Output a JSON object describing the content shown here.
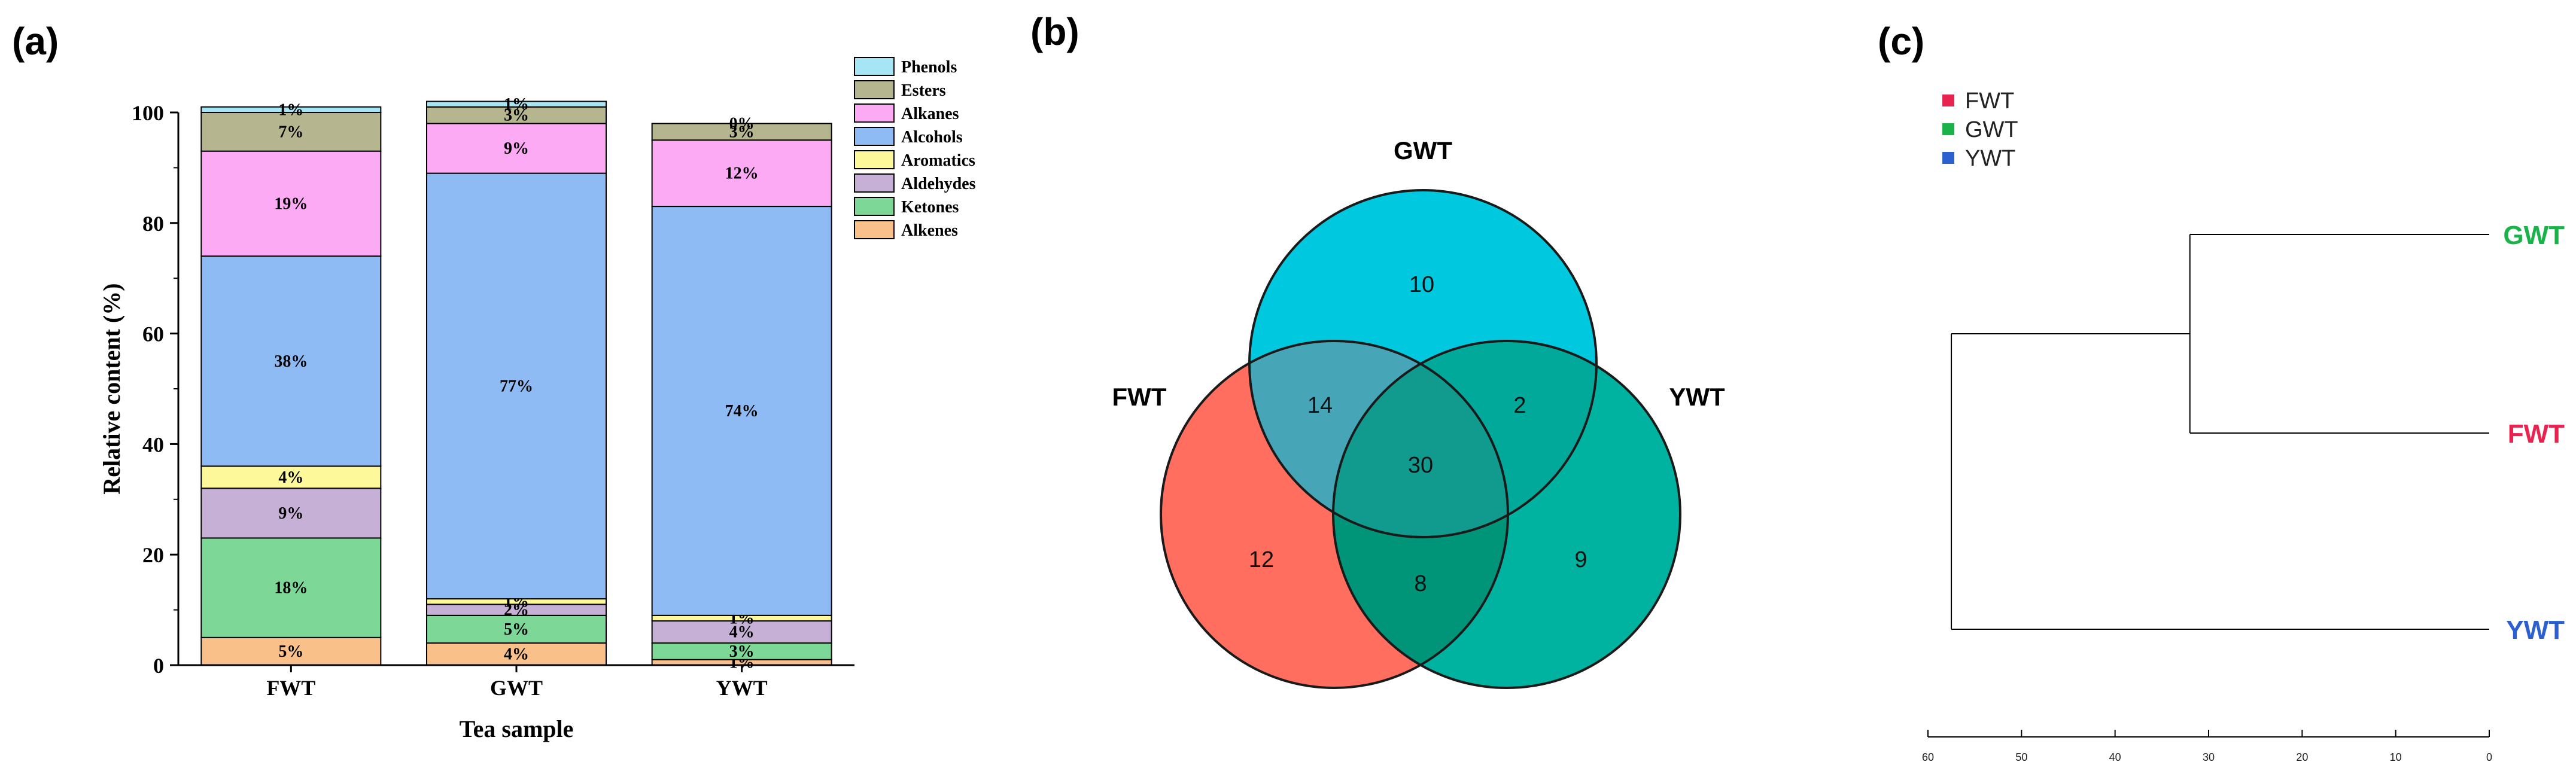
{
  "panels": {
    "a": "(a)",
    "b": "(b)",
    "c": "(c)"
  },
  "chart_data": [
    {
      "type": "bar",
      "stacked": true,
      "categories": [
        "FWT",
        "GWT",
        "YWT"
      ],
      "xlabel": "Tea sample",
      "ylabel": "Relative content (%)",
      "ylim": [
        0,
        100
      ],
      "yticks": [
        0,
        20,
        40,
        60,
        80,
        100
      ],
      "legend_position": "top-right",
      "series": [
        {
          "name": "Alkenes",
          "color": "#f9c08a",
          "values": [
            5,
            4,
            1
          ],
          "labels": [
            "5%",
            "4%",
            "1%"
          ]
        },
        {
          "name": "Ketones",
          "color": "#7dd898",
          "values": [
            18,
            5,
            3
          ],
          "labels": [
            "18%",
            "5%",
            "3%"
          ]
        },
        {
          "name": "Aldehydes",
          "color": "#c6b0d6",
          "values": [
            9,
            2,
            4
          ],
          "labels": [
            "9%",
            "2%",
            "4%"
          ]
        },
        {
          "name": "Aromatics",
          "color": "#fdf89a",
          "values": [
            4,
            1,
            1
          ],
          "labels": [
            "4%",
            "1%",
            "1%"
          ]
        },
        {
          "name": "Alcohols",
          "color": "#8fbbf5",
          "values": [
            38,
            77,
            74
          ],
          "labels": [
            "38%",
            "77%",
            "74%"
          ]
        },
        {
          "name": "Alkanes",
          "color": "#fbaaf3",
          "values": [
            19,
            9,
            12
          ],
          "labels": [
            "19%",
            "9%",
            "12%"
          ]
        },
        {
          "name": "Esters",
          "color": "#b5b68f",
          "values": [
            7,
            3,
            3
          ],
          "labels": [
            "7%",
            "3%",
            "3%"
          ]
        },
        {
          "name": "Phenols",
          "color": "#a6e5f3",
          "values": [
            1,
            1,
            0
          ],
          "labels": [
            "1%",
            "1%",
            "0%"
          ]
        }
      ]
    },
    {
      "type": "venn",
      "sets": [
        {
          "name": "GWT",
          "color": "#00c8df"
        },
        {
          "name": "FWT",
          "color": "#ff6e5e"
        },
        {
          "name": "YWT",
          "color": "#00b3a0"
        }
      ],
      "regions": [
        {
          "sets": [
            "GWT"
          ],
          "value": 10
        },
        {
          "sets": [
            "FWT"
          ],
          "value": 12
        },
        {
          "sets": [
            "YWT"
          ],
          "value": 9
        },
        {
          "sets": [
            "FWT",
            "GWT"
          ],
          "value": 14
        },
        {
          "sets": [
            "GWT",
            "YWT"
          ],
          "value": 2
        },
        {
          "sets": [
            "FWT",
            "YWT"
          ],
          "value": 8
        },
        {
          "sets": [
            "FWT",
            "GWT",
            "YWT"
          ],
          "value": 30
        }
      ]
    },
    {
      "type": "dendrogram",
      "leaves": [
        {
          "name": "GWT",
          "color": "#1ab34a"
        },
        {
          "name": "FWT",
          "color": "#e8234f"
        },
        {
          "name": "YWT",
          "color": "#2c5fd0"
        }
      ],
      "merges": [
        {
          "children": [
            "GWT",
            "FWT"
          ],
          "height": 32
        },
        {
          "children": [
            "GWT-FWT",
            "YWT"
          ],
          "height": 57.5
        }
      ],
      "xlim": [
        60,
        0
      ],
      "xticks": [
        60,
        50,
        40,
        30,
        20,
        10,
        0
      ],
      "legend": [
        {
          "name": "FWT",
          "color": "#e8234f"
        },
        {
          "name": "GWT",
          "color": "#1ab34a"
        },
        {
          "name": "YWT",
          "color": "#2c5fd0"
        }
      ]
    }
  ]
}
